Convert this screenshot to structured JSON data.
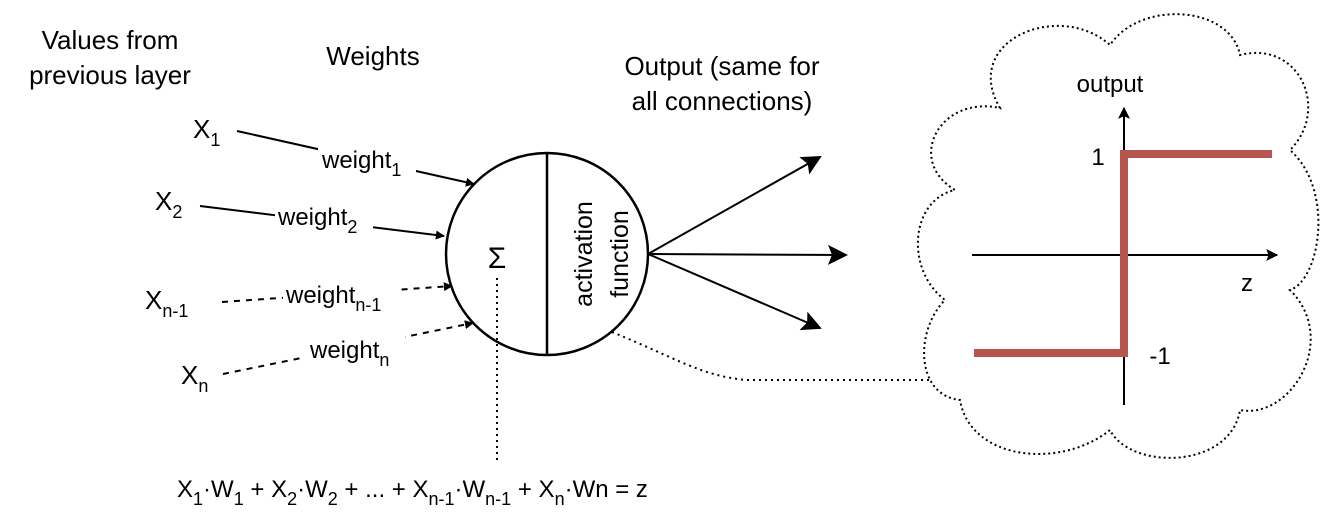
{
  "labels": {
    "values_line1": "Values from",
    "values_line2": "previous layer",
    "weights": "Weights",
    "output_line1": "Output (same for",
    "output_line2": "all connections)",
    "sigma": "Σ",
    "activation": "activation",
    "function": "function"
  },
  "inputs": [
    {
      "x": "X",
      "x_sub": "1",
      "w": "weight",
      "w_sub": "1"
    },
    {
      "x": "X",
      "x_sub": "2",
      "w": "weight",
      "w_sub": "2"
    },
    {
      "x": "X",
      "x_sub": "n-1",
      "w": "weight",
      "w_sub": "n-1"
    },
    {
      "x": "X",
      "x_sub": "n",
      "w": "weight",
      "w_sub": "n"
    }
  ],
  "formula": {
    "x1": "X",
    "x1_sub": "1",
    "w1": "·W",
    "w1_sub": "1",
    "plus1": " + ",
    "x2": "X",
    "x2_sub": "2",
    "w2": "·W",
    "w2_sub": "2",
    "middle": " + ... + ",
    "xn1": "X",
    "xn1_sub": "n-1",
    "wn1": "·W",
    "wn1_sub": "n-1",
    "plus2": " + ",
    "xn": "X",
    "xn_sub": "n",
    "wn": "·Wn = z"
  },
  "graph": {
    "y_axis_label": "output",
    "x_axis_label": "z",
    "tick_high": "1",
    "tick_low": "-1",
    "step_color": "#b85450"
  }
}
